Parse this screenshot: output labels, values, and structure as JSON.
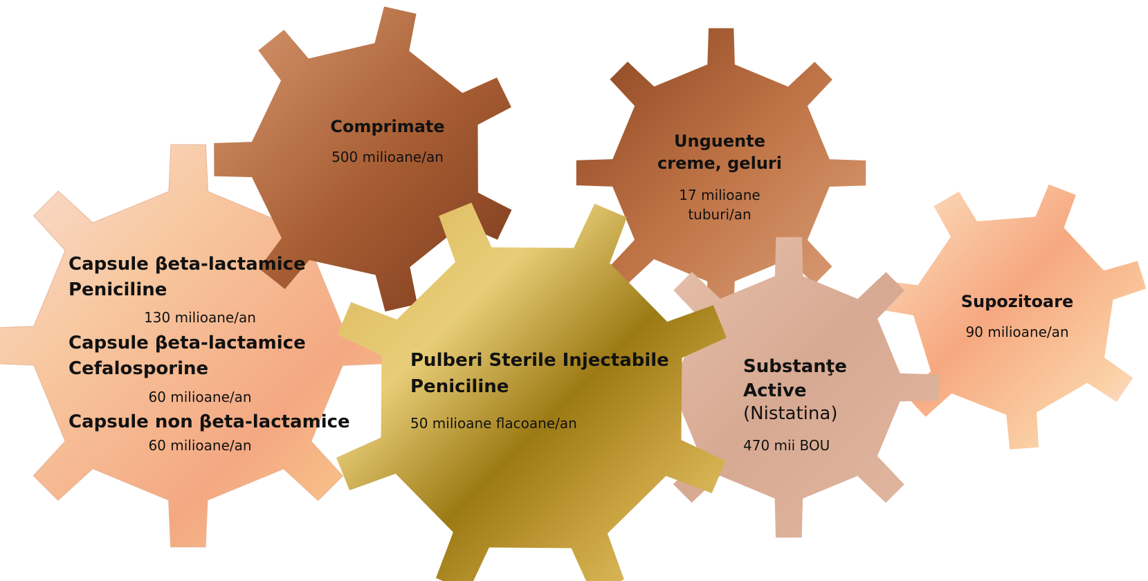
{
  "gears": {
    "comprimate": {
      "title": "Comprimate",
      "value": "500 milioane/an",
      "colors": [
        "#d99a72",
        "#a75d33",
        "#7b3a1c"
      ]
    },
    "unguente": {
      "title_line1": "Unguente",
      "title_line2": "creme, geluri",
      "value_line1": "17 milioane",
      "value_line2": "tuburi/an",
      "colors": [
        "#8a4320",
        "#bf7446",
        "#dea27c"
      ]
    },
    "capsule": {
      "group1_title_line1": "Capsule βeta-lactamice",
      "group1_title_line2": "Peniciline",
      "group1_value": "130 milioane/an",
      "group2_title_line1": "Capsule βeta-lactamice",
      "group2_title_line2": "Cefalosporine",
      "group2_value": "60 milioane/an",
      "group3_title": "Capsule non βeta-lactamice",
      "group3_value": "60 milioane/an",
      "colors": [
        "#f7c79f",
        "#f4a882",
        "#fbd18c"
      ]
    },
    "pulberi": {
      "title_line1": "Pulberi Sterile Injectabile",
      "title_line2": "Peniciline",
      "value": "50 milioane flacoane/an",
      "colors": [
        "#d9b65a",
        "#9c7a14",
        "#e9cf79"
      ]
    },
    "substante": {
      "title_line1": "Substanţe",
      "title_line2": "Active",
      "title_line3": "(Nistatina)",
      "value": "470 mii BOU",
      "colors": [
        "#e2b8a1",
        "#d7a992",
        "#e8c3ae"
      ]
    },
    "supozitoare": {
      "title": "Supozitoare",
      "value": "90 milioane/an",
      "colors": [
        "#fbd1a6",
        "#f6a880",
        "#fde5c6"
      ]
    }
  }
}
